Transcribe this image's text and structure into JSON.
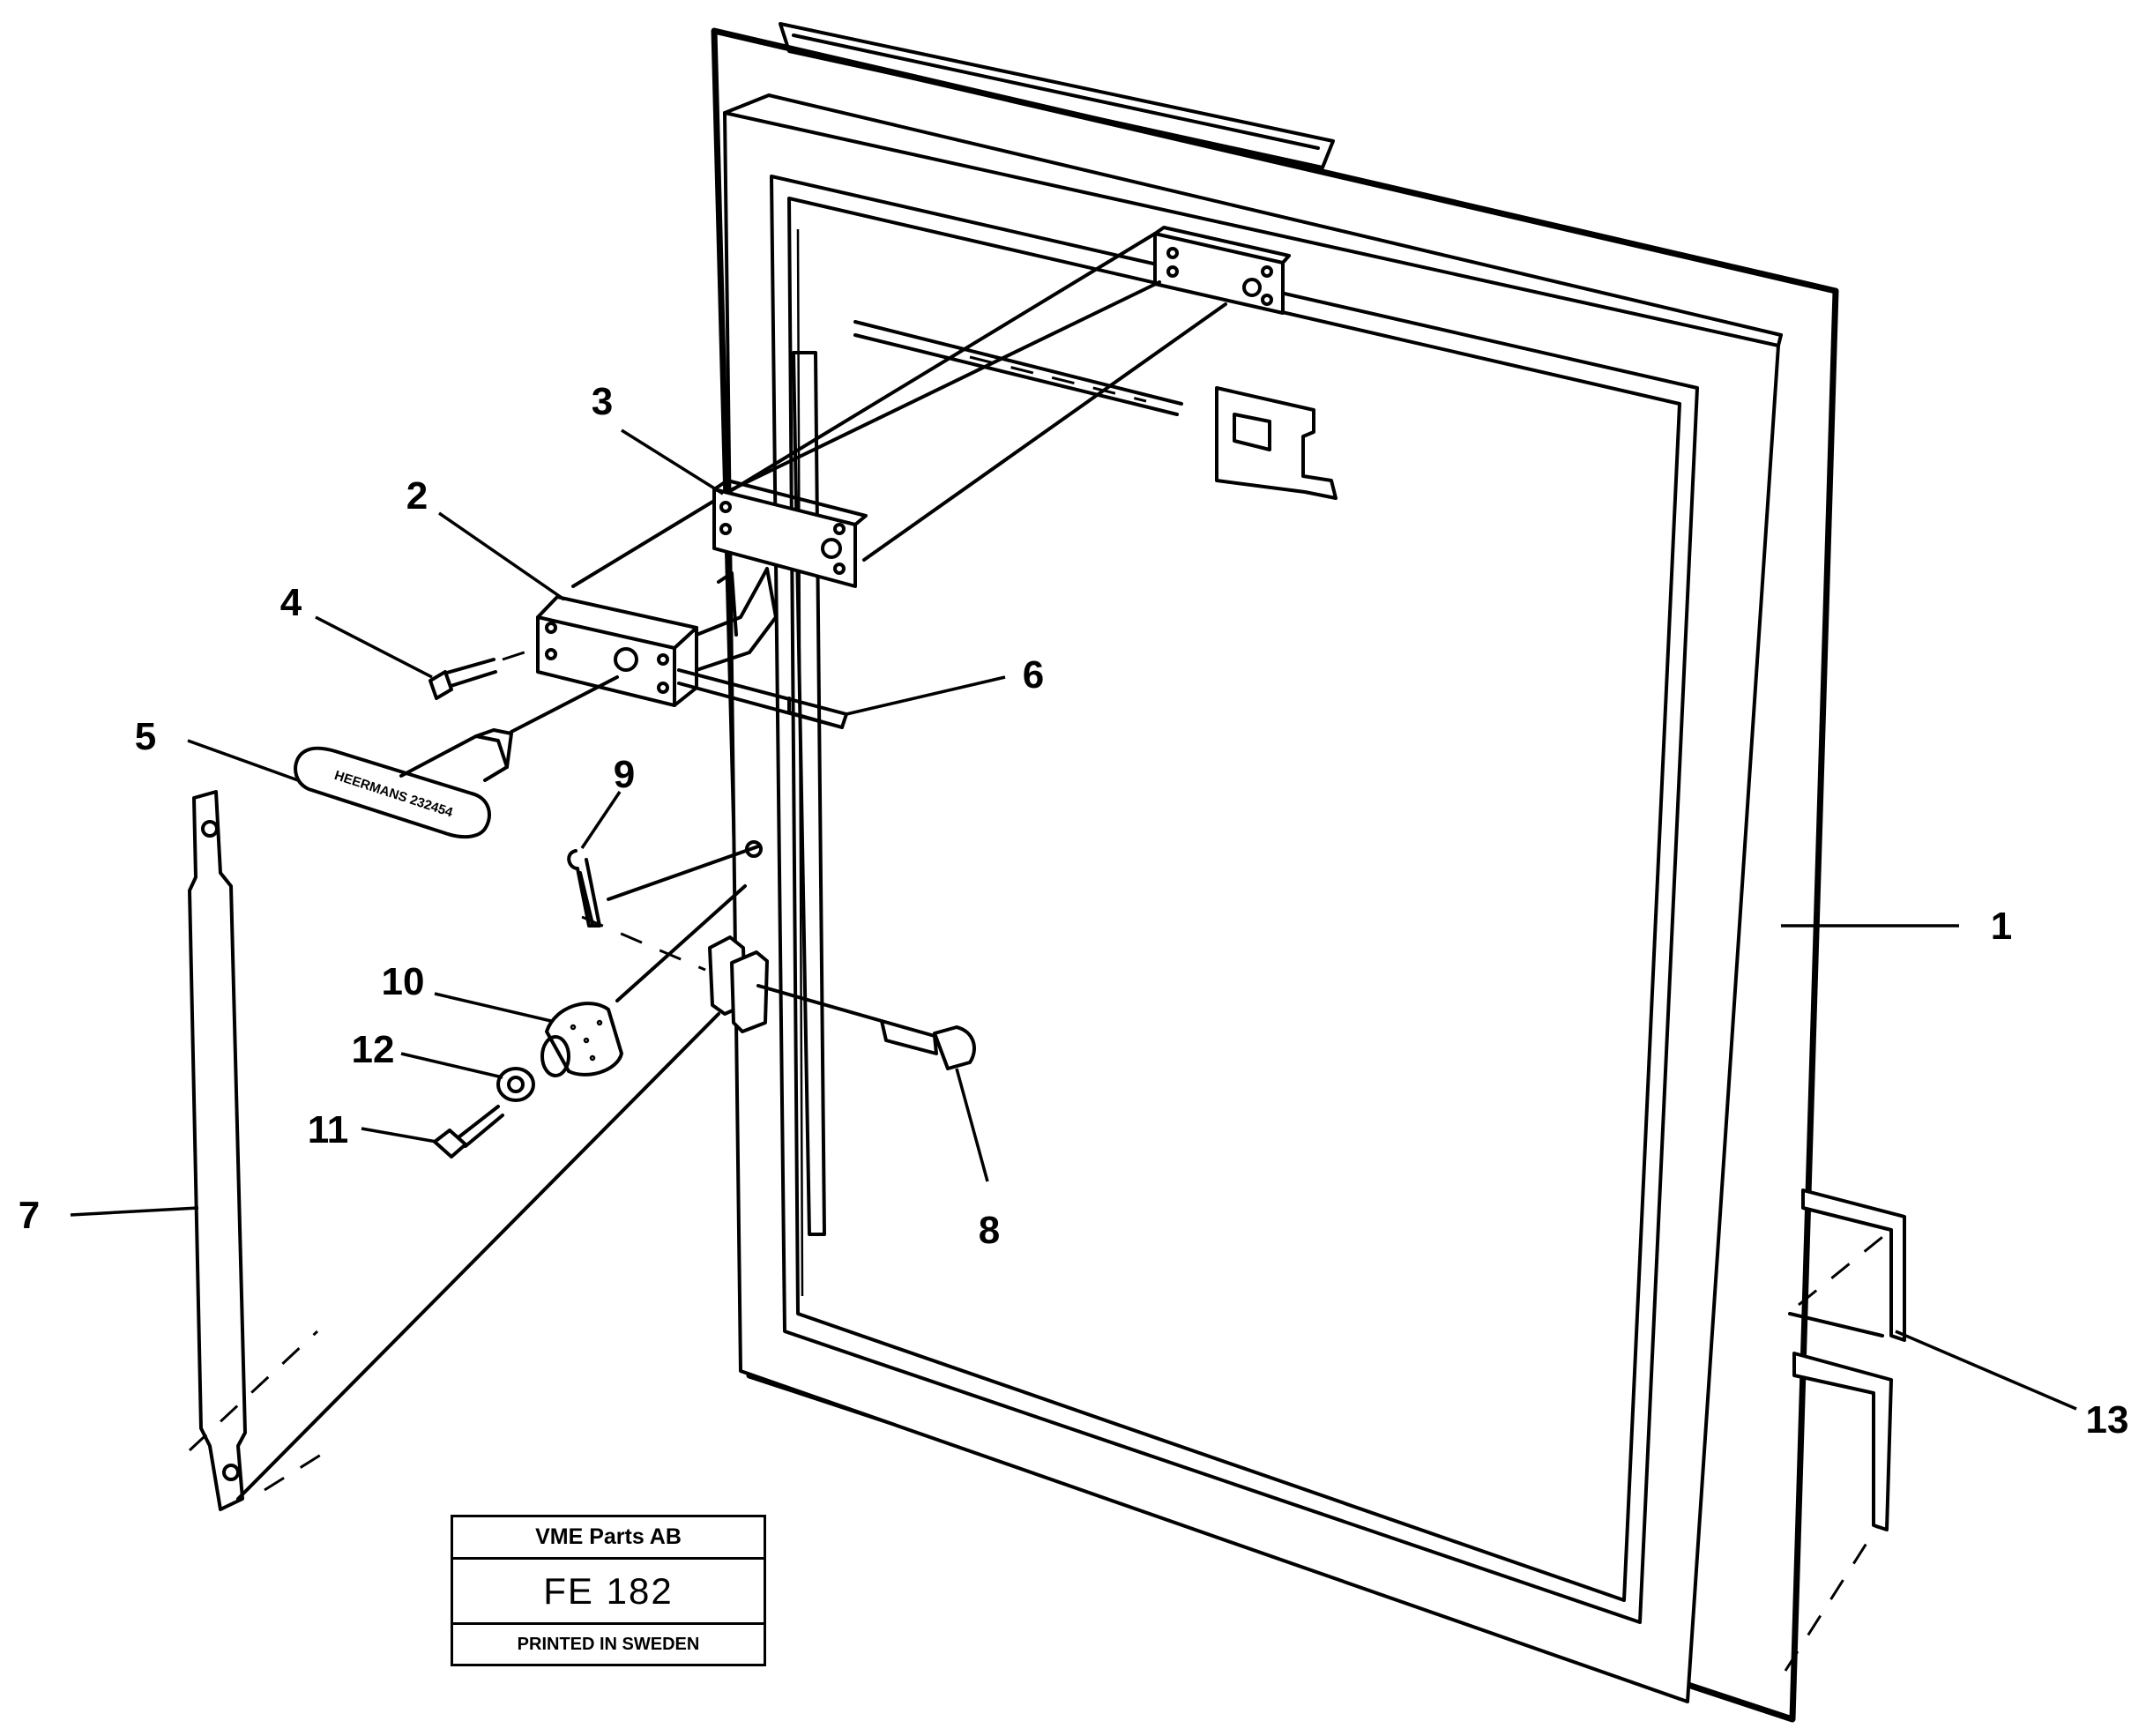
{
  "callouts": [
    {
      "label": "1"
    },
    {
      "label": "2"
    },
    {
      "label": "3"
    },
    {
      "label": "4"
    },
    {
      "label": "5"
    },
    {
      "label": "6"
    },
    {
      "label": "7"
    },
    {
      "label": "8"
    },
    {
      "label": "9"
    },
    {
      "label": "10"
    },
    {
      "label": "11"
    },
    {
      "label": "12"
    },
    {
      "label": "13"
    }
  ],
  "handle_imprint": "HEERMANS 232454",
  "title_block": {
    "company": "VME Parts AB",
    "code": "FE 182",
    "footer": "PRINTED IN SWEDEN"
  }
}
